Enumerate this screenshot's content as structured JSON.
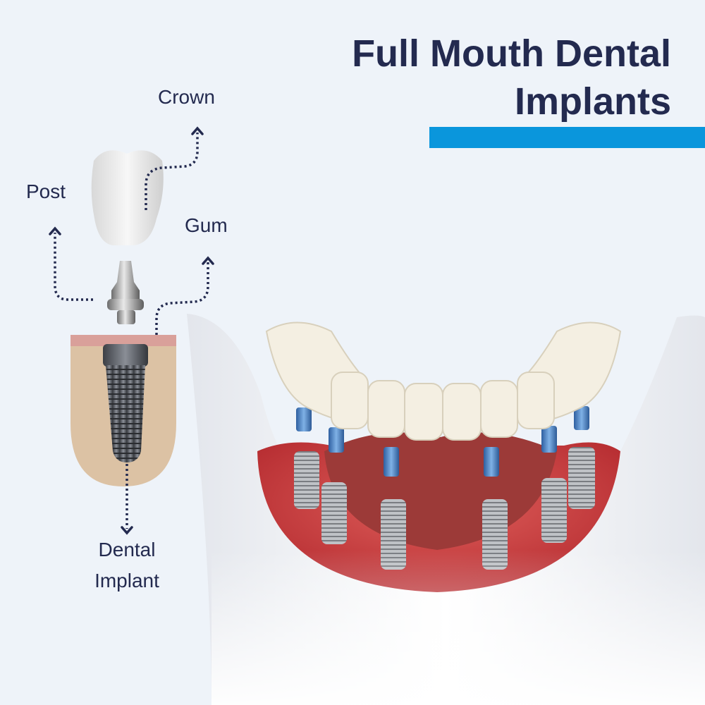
{
  "title": {
    "line1": "Full Mouth Dental",
    "line2": "Implants"
  },
  "labels": {
    "crown": "Crown",
    "post": "Post",
    "gum": "Gum",
    "implant_line1": "Dental",
    "implant_line2": "Implant"
  },
  "colors": {
    "title": "#232a4f",
    "accent_bar": "#0a96dc",
    "background": "#eef3f9",
    "gum": "#c0393b"
  }
}
